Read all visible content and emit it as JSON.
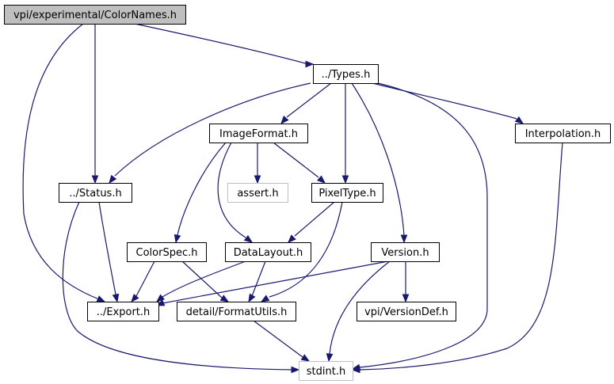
{
  "diagram": {
    "nodes": {
      "color_names": "vpi/experimental/ColorNames.h",
      "types": "../Types.h",
      "image_format": "ImageFormat.h",
      "interpolation": "Interpolation.h",
      "status": "../Status.h",
      "assert": "assert.h",
      "pixel_type": "PixelType.h",
      "color_spec": "ColorSpec.h",
      "data_layout": "DataLayout.h",
      "version": "Version.h",
      "export": "../Export.h",
      "format_utils": "detail/FormatUtils.h",
      "version_def": "vpi/VersionDef.h",
      "stdint": "stdint.h"
    },
    "edges": [
      [
        "color_names",
        "types"
      ],
      [
        "color_names",
        "status"
      ],
      [
        "color_names",
        "export"
      ],
      [
        "types",
        "image_format"
      ],
      [
        "types",
        "status"
      ],
      [
        "types",
        "pixel_type"
      ],
      [
        "types",
        "version"
      ],
      [
        "types",
        "interpolation"
      ],
      [
        "types",
        "stdint"
      ],
      [
        "image_format",
        "assert"
      ],
      [
        "image_format",
        "pixel_type"
      ],
      [
        "image_format",
        "color_spec"
      ],
      [
        "image_format",
        "data_layout"
      ],
      [
        "status",
        "export"
      ],
      [
        "status",
        "stdint"
      ],
      [
        "pixel_type",
        "data_layout"
      ],
      [
        "pixel_type",
        "format_utils"
      ],
      [
        "color_spec",
        "export"
      ],
      [
        "color_spec",
        "format_utils"
      ],
      [
        "data_layout",
        "export"
      ],
      [
        "data_layout",
        "format_utils"
      ],
      [
        "version",
        "export"
      ],
      [
        "version",
        "version_def"
      ],
      [
        "version",
        "stdint"
      ],
      [
        "interpolation",
        "stdint"
      ],
      [
        "format_utils",
        "stdint"
      ]
    ],
    "root_node": "color_names",
    "external_nodes": [
      "assert",
      "stdint"
    ],
    "colors": {
      "edge": "#191970",
      "root_fill": "#bfbfbf",
      "external_border": "#bfbfbf",
      "node_border": "#000000"
    }
  }
}
